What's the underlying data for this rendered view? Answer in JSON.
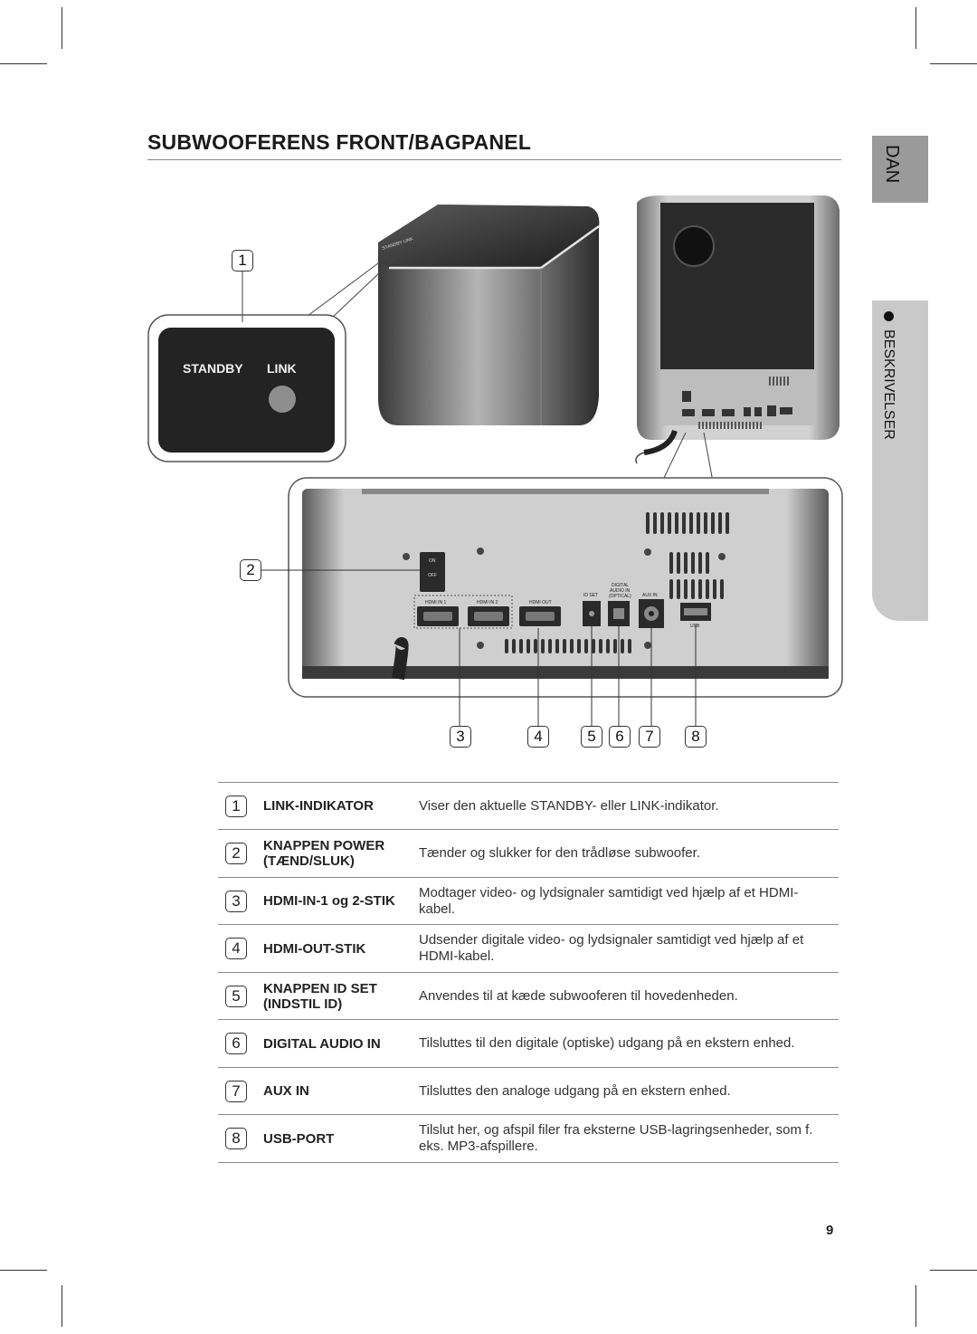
{
  "page": {
    "title": "SUBWOOFERENS FRONT/BAGPANEL",
    "language_tab": "DAN",
    "section_tab": "BESKRIVELSER",
    "page_number": "9"
  },
  "figure": {
    "front_panel_label_standby": "STANDBY",
    "front_panel_label_link": "LINK",
    "switch_on": "ON",
    "switch_off": "OFF",
    "port_hdmi_in_1": "HDMI IN 1",
    "port_hdmi_in_2": "HDMI IN 2",
    "port_hdmi_out": "HDMI OUT",
    "port_id_set": "ID SET",
    "port_digital_audio_in_l1": "DIGITAL",
    "port_digital_audio_in_l2": "AUDIO IN",
    "port_digital_audio_in_l3": "(OPTICAL)",
    "port_aux_in": "AUX IN",
    "port_usb": "USB",
    "callouts": [
      "1",
      "2",
      "3",
      "4",
      "5",
      "6",
      "7",
      "8"
    ]
  },
  "items": [
    {
      "num": "1",
      "name_l1": "LINK-INDIKATOR",
      "name_l2": "",
      "text_l1": "Viser den aktuelle STANDBY- eller LINK-indikator.",
      "text_l2": ""
    },
    {
      "num": "2",
      "name_l1": "KNAPPEN POWER",
      "name_l2": "(TÆND/SLUK)",
      "text_l1": "Tænder og slukker for den trådløse subwoofer.",
      "text_l2": ""
    },
    {
      "num": "3",
      "name_l1": "HDMI-IN-1 og 2-STIK",
      "name_l2": "",
      "text_l1": "Modtager video- og lydsignaler samtidigt ved hjælp af et HDMI-",
      "text_l2": "kabel."
    },
    {
      "num": "4",
      "name_l1": "HDMI-OUT-STIK",
      "name_l2": "",
      "text_l1": "Udsender digitale video- og lydsignaler samtidigt ved hjælp af et",
      "text_l2": "HDMI-kabel."
    },
    {
      "num": "5",
      "name_l1": "KNAPPEN ID SET",
      "name_l2": "(INDSTIL ID)",
      "text_l1": "Anvendes til at kæde subwooferen til hovedenheden.",
      "text_l2": ""
    },
    {
      "num": "6",
      "name_l1": "DIGITAL AUDIO IN",
      "name_l2": "",
      "text_l1": "Tilsluttes til den digitale (optiske) udgang på en ekstern enhed.",
      "text_l2": ""
    },
    {
      "num": "7",
      "name_l1": "AUX IN",
      "name_l2": "",
      "text_l1": "Tilsluttes den analoge udgang på en ekstern enhed.",
      "text_l2": ""
    },
    {
      "num": "8",
      "name_l1": "USB-PORT",
      "name_l2": "",
      "text_l1": "Tilslut her, og afspil filer fra eksterne USB-lagringsenheder, som f.",
      "text_l2": "eks. MP3-afspillere."
    }
  ]
}
